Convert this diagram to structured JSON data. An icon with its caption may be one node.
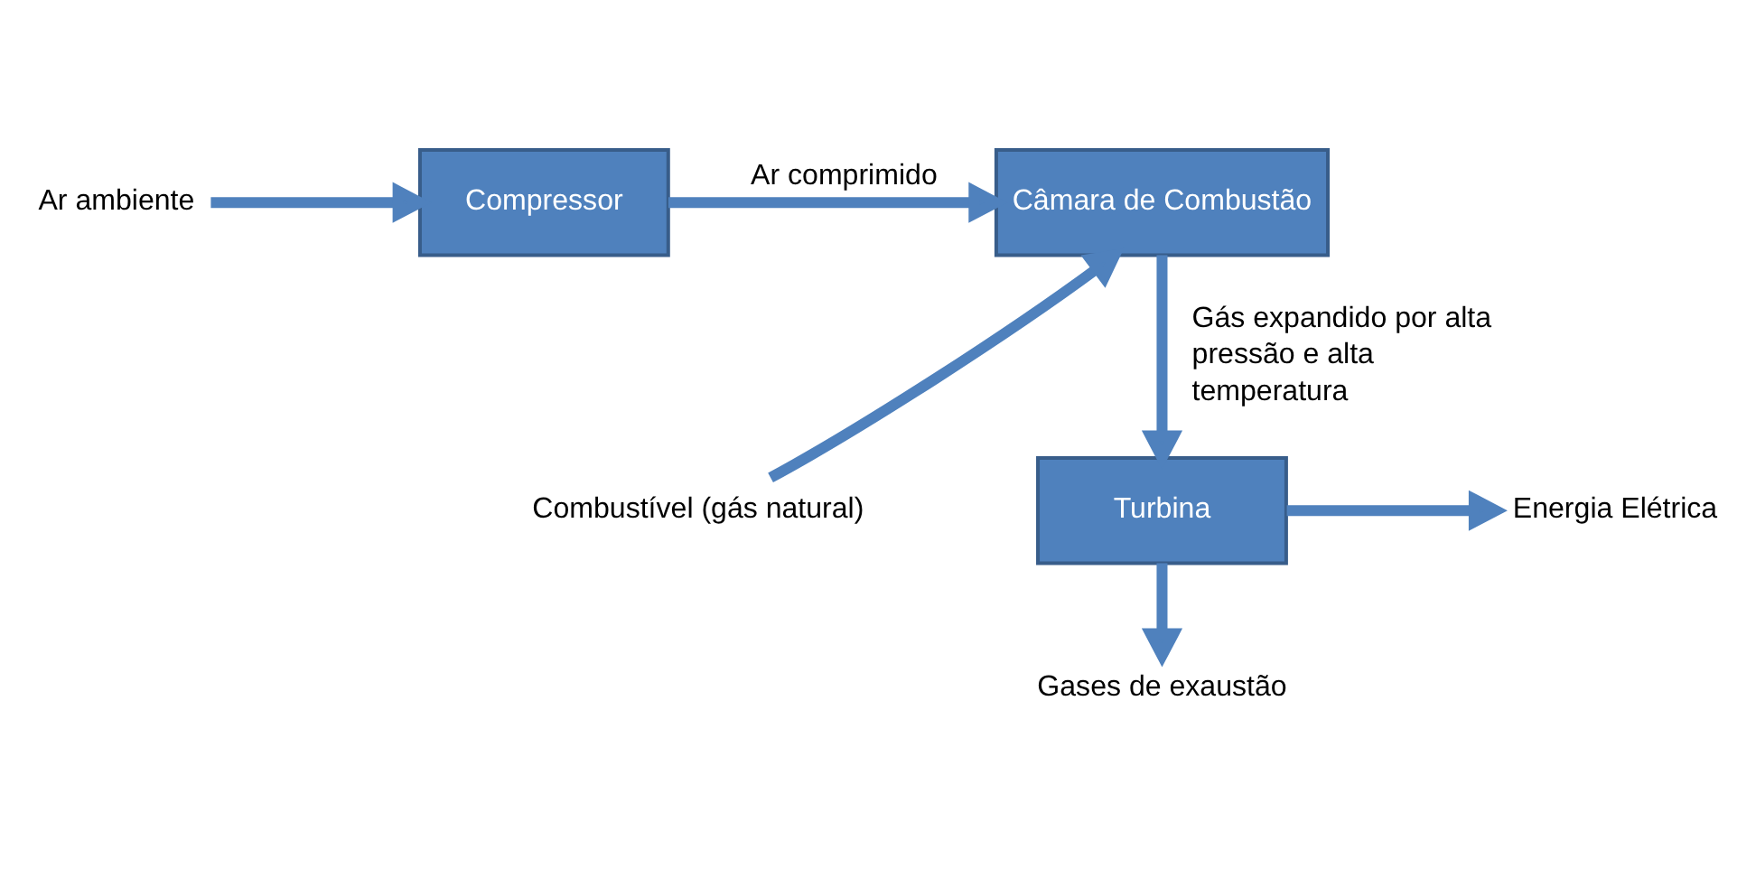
{
  "diagram": {
    "nodes": [
      {
        "text": [
          "Ar ambiente"
        ]
      },
      {
        "text": [
          "Compressor"
        ]
      },
      {
        "text": [
          "Câmara de Combustão"
        ]
      },
      {
        "text": [
          "Combustível (gás natural)"
        ]
      },
      {
        "text": [
          "Turbina"
        ]
      },
      {
        "text": [
          "Energia Elétrica"
        ]
      },
      {
        "text": [
          "Gases de exaustão"
        ]
      }
    ],
    "edges": [
      {
        "from": 0,
        "to": 1,
        "arrow": "to"
      },
      {
        "from": 1,
        "to": 2,
        "arrow": "to",
        "label": "Ar comprimido"
      },
      {
        "from": 3,
        "to": 2,
        "arrow": "to"
      },
      {
        "from": 2,
        "to": 4,
        "arrow": "to",
        "label": "Gás expandido por alta pressão e alta temperatura"
      },
      {
        "from": 4,
        "to": 5,
        "arrow": "to"
      },
      {
        "from": 4,
        "to": 6,
        "arrow": "to"
      }
    ]
  }
}
